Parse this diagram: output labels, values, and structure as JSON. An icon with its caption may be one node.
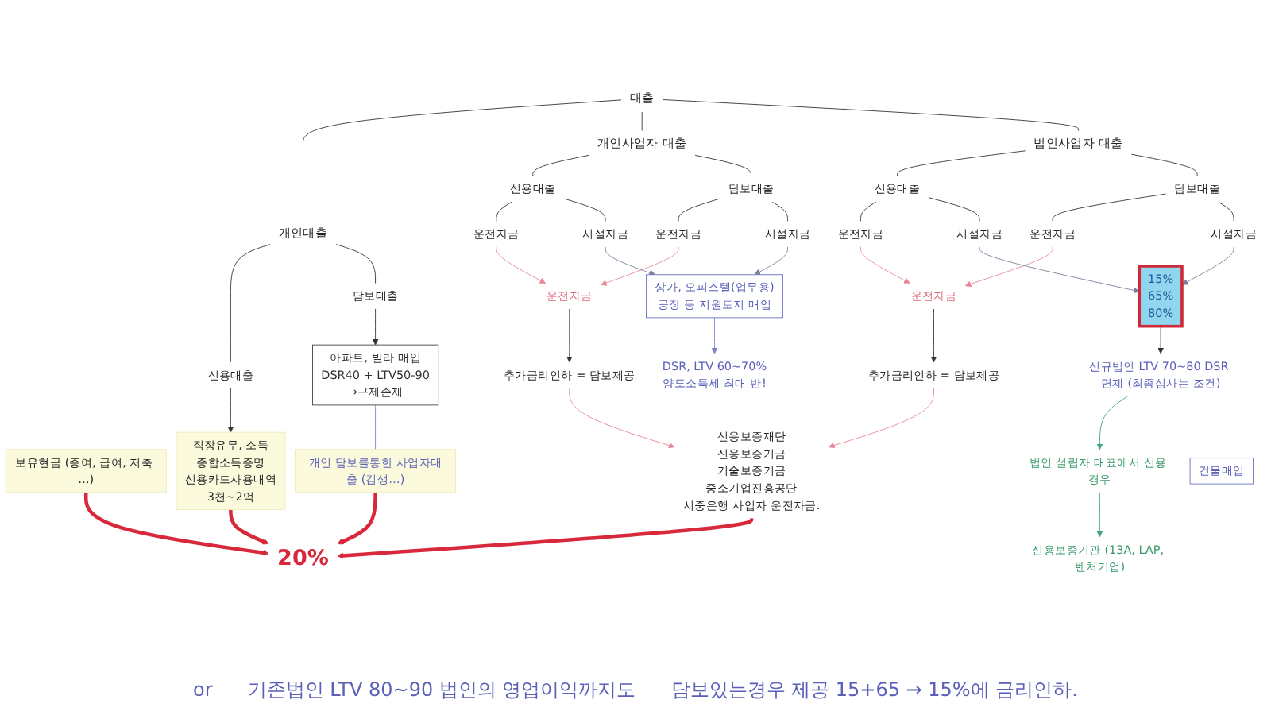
{
  "diagram": {
    "nodes": [
      {
        "text": [
          "대출"
        ]
      },
      {
        "text": [
          "개인대출"
        ]
      },
      {
        "text": [
          "개인사업자 대출"
        ]
      },
      {
        "text": [
          "법인사업자 대출"
        ]
      },
      {
        "text": [
          "신용대출"
        ]
      },
      {
        "text": [
          "담보대출"
        ]
      },
      {
        "text": [
          "직장유무, 소득",
          "종합소득증명",
          "신용카드사용내역",
          "3천~2억"
        ]
      },
      {
        "text": [
          "아파트, 빌라 매입",
          "DSR40 + LTV50-90",
          "→규제존재"
        ]
      },
      {
        "text": [
          "신용대출"
        ]
      },
      {
        "text": [
          "담보대출"
        ]
      },
      {
        "text": [
          "운전자금"
        ]
      },
      {
        "text": [
          "시설자금"
        ]
      },
      {
        "text": [
          "운전자금"
        ]
      },
      {
        "text": [
          "시설자금"
        ]
      },
      {
        "text": [
          "운전자금"
        ]
      },
      {
        "text": [
          "추가금리인하 = 담보제공"
        ]
      },
      {
        "text": [
          "상가, 오피스텔(업무용)",
          "공장 등 지원토지 매입"
        ]
      },
      {
        "text": [
          "DSR, LTV 60~70%",
          "양도소득세 최대 반!"
        ]
      },
      {
        "text": [
          "개인 담보를통한 사업자대출 (김생…)"
        ]
      },
      {
        "text": [
          "신용보증재단",
          "신용보증기금",
          "기술보증기금",
          "중소기업진흥공단",
          "시중은행 사업자 운전자금."
        ]
      },
      {
        "text": [
          "신용대출"
        ]
      },
      {
        "text": [
          "담보대출"
        ]
      },
      {
        "text": [
          "운전자금"
        ]
      },
      {
        "text": [
          "시설자금"
        ]
      },
      {
        "text": [
          "운전자금"
        ]
      },
      {
        "text": [
          "시설자금"
        ]
      },
      {
        "text": [
          "운전자금"
        ]
      },
      {
        "text": [
          "추가금리인하 = 담보제공"
        ]
      },
      {
        "text": [
          "15%",
          "65%",
          "80%"
        ]
      },
      {
        "text": [
          "신규법인 LTV 70~80 DSR 면제 (최종심사는 조건)"
        ]
      },
      {
        "text": [
          "법인 설립자 대표에서 신용 경우"
        ]
      },
      {
        "text": [
          "신용보증기관 (13A, LAP, 벤처기업)"
        ]
      },
      {
        "text": [
          "건물매입"
        ]
      },
      {
        "text": [
          "20%"
        ]
      },
      {
        "text": [
          "보유현금 (증여, 급여, 저축 …)"
        ]
      }
    ],
    "edges": [
      {
        "from": 0,
        "to": 1,
        "arrow": "none"
      },
      {
        "from": 0,
        "to": 2,
        "arrow": "none"
      },
      {
        "from": 0,
        "to": 3,
        "arrow": "none"
      },
      {
        "from": 1,
        "to": 4,
        "arrow": "none"
      },
      {
        "from": 1,
        "to": 5,
        "arrow": "none"
      },
      {
        "from": 4,
        "to": 6,
        "arrow": "to"
      },
      {
        "from": 5,
        "to": 7,
        "arrow": "to"
      },
      {
        "from": 2,
        "to": 8,
        "arrow": "none"
      },
      {
        "from": 2,
        "to": 9,
        "arrow": "none"
      },
      {
        "from": 8,
        "to": 10,
        "arrow": "none"
      },
      {
        "from": 8,
        "to": 11,
        "arrow": "none"
      },
      {
        "from": 9,
        "to": 12,
        "arrow": "none"
      },
      {
        "from": 9,
        "to": 13,
        "arrow": "none"
      },
      {
        "from": 10,
        "to": 14,
        "arrow": "to",
        "color": "#e8899a"
      },
      {
        "from": 12,
        "to": 14,
        "arrow": "to",
        "color": "#e8899a"
      },
      {
        "from": 11,
        "to": 16,
        "arrow": "to",
        "color": "#7c7f99"
      },
      {
        "from": 13,
        "to": 16,
        "arrow": "to",
        "color": "#7c7f99"
      },
      {
        "from": 14,
        "to": 15,
        "arrow": "to"
      },
      {
        "from": 16,
        "to": 17,
        "arrow": "to",
        "color": "#7b80c8"
      },
      {
        "from": 15,
        "to": 19,
        "arrow": "to",
        "color": "#e8899a"
      },
      {
        "from": 7,
        "to": 18,
        "arrow": "none",
        "color": "#7b80c8"
      },
      {
        "from": 18,
        "to": 33,
        "arrow": "to",
        "style": "thick",
        "color": "#d8283c"
      },
      {
        "from": 19,
        "to": 33,
        "arrow": "to",
        "style": "thick",
        "color": "#d8283c"
      },
      {
        "from": 6,
        "to": 33,
        "arrow": "to",
        "style": "thick",
        "color": "#d8283c"
      },
      {
        "from": 34,
        "to": 33,
        "arrow": "to",
        "style": "thick",
        "color": "#d8283c"
      },
      {
        "from": 3,
        "to": 20,
        "arrow": "none"
      },
      {
        "from": 3,
        "to": 21,
        "arrow": "none"
      },
      {
        "from": 20,
        "to": 22,
        "arrow": "none"
      },
      {
        "from": 20,
        "to": 23,
        "arrow": "none"
      },
      {
        "from": 21,
        "to": 24,
        "arrow": "none"
      },
      {
        "from": 21,
        "to": 25,
        "arrow": "none"
      },
      {
        "from": 22,
        "to": 26,
        "arrow": "to",
        "color": "#e8899a"
      },
      {
        "from": 24,
        "to": 26,
        "arrow": "to",
        "color": "#e8899a"
      },
      {
        "from": 23,
        "to": 28,
        "arrow": "to",
        "color": "#7c7f99"
      },
      {
        "from": 25,
        "to": 28,
        "arrow": "to",
        "color": "#7c7f99"
      },
      {
        "from": 26,
        "to": 27,
        "arrow": "to"
      },
      {
        "from": 28,
        "to": 29,
        "arrow": "to"
      },
      {
        "from": 29,
        "to": 30,
        "arrow": "to",
        "color": "#3fa57a"
      },
      {
        "from": 30,
        "to": 31,
        "arrow": "to",
        "color": "#3fa57a"
      },
      {
        "from": 27,
        "to": 19,
        "arrow": "to",
        "color": "#e8899a"
      }
    ],
    "labels": [
      "or",
      "기존법인 LTV 80~90 법인의 영업이익까지도",
      "담보있는경우 제공 15+65 → 15%에 금리인하."
    ]
  }
}
